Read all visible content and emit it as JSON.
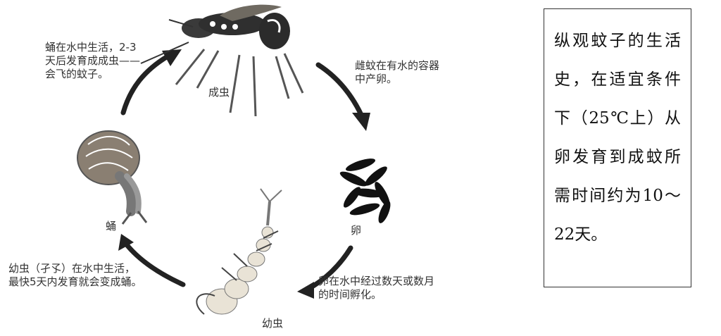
{
  "diagram": {
    "stages": {
      "adult": "成虫",
      "egg": "卵",
      "larva": "幼虫",
      "pupa": "蛹"
    },
    "captions": {
      "pupa": "蛹在水中生活，2-3\n天后发育成成虫——\n会飞的蚊子。",
      "adult": "雌蚊在有水的容器\n中产卵。",
      "egg": "卵在水中经过数天或数月\n的时间孵化。",
      "larva": "幼虫（孑孓）在水中生活，\n最快5天内发育就会变成蛹。"
    }
  },
  "text_box": {
    "text": "纵观蚊子的生活史，在适宜条件下（25℃上）从卵发育到成蚊所需时间约为10～22天。"
  },
  "colors": {
    "arrow": "#222222",
    "illustration_dark": "#2b2b2b",
    "illustration_mid": "#8a7f72",
    "larva_light": "#e9e3d6",
    "egg": "#111111"
  }
}
